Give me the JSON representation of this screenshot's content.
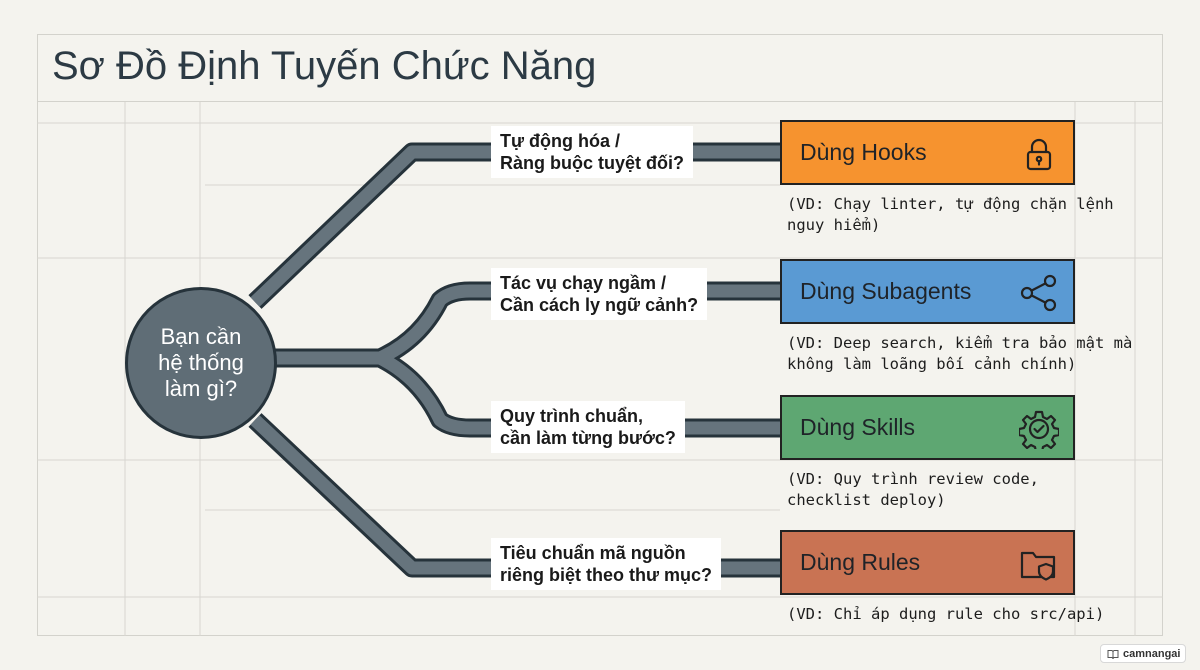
{
  "title": "Sơ Đồ Định Tuyến Chức Năng",
  "hub": {
    "label": "Bạn cần\nhệ thống\nlàm gì?"
  },
  "branches": [
    {
      "question": "Tự động hóa /\nRàng buộc tuyệt đối?",
      "target": "Dùng Hooks",
      "example": "(VD: Chạy linter, tự động chặn lệnh\nnguy hiểm)",
      "color": "#f6932f",
      "icon": "lock-icon"
    },
    {
      "question": "Tác vụ chạy ngầm /\nCần cách ly ngữ cảnh?",
      "target": "Dùng Subagents",
      "example": "(VD: Deep search, kiểm tra bảo mật mà\nkhông làm loãng bối cảnh chính)",
      "color": "#5a9ad3",
      "icon": "share-nodes-icon"
    },
    {
      "question": "Quy trình chuẩn,\ncần làm từng bước?",
      "target": "Dùng Skills",
      "example": "(VD: Quy trình review code,\nchecklist deploy)",
      "color": "#5ea772",
      "icon": "gear-check-icon"
    },
    {
      "question": "Tiêu chuẩn mã nguồn\nriêng biệt theo thư mục?",
      "target": "Dùng Rules",
      "example": "(VD: Chỉ áp dụng rule cho src/api)",
      "color": "#c97353",
      "icon": "folder-shield-icon"
    }
  ],
  "watermark": "camnangai"
}
